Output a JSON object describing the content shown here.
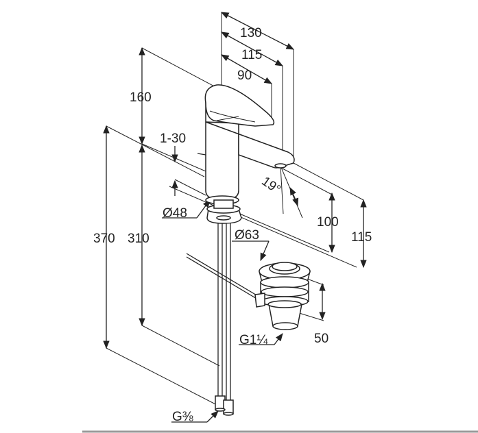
{
  "dimensions": {
    "d130": "130",
    "d115_top": "115",
    "d90": "90",
    "d160": "160",
    "d1_30": "1-30",
    "d19": "19°",
    "d48": "Ø48",
    "d100": "100",
    "d115_right": "115",
    "d370": "370",
    "d310": "310",
    "d63": "Ø63",
    "d50": "50",
    "g114": "G1¼",
    "g38": "G⅜"
  }
}
